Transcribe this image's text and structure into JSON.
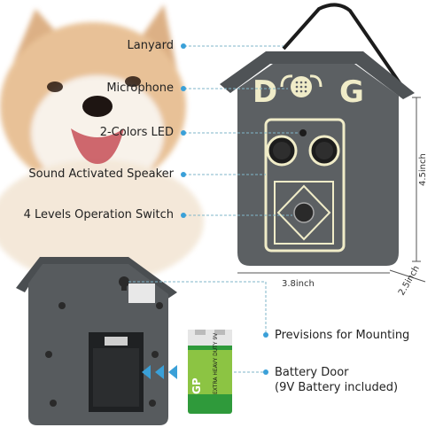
{
  "callouts": {
    "lanyard": "Lanyard",
    "microphone": "Microphone",
    "led": "2-Colors LED",
    "speaker": "Sound Activated Speaker",
    "switch": "4 Levels Operation Switch",
    "mounting": "Previsions for Mounting",
    "battery_door_line1": "Battery Door",
    "battery_door_line2": "(9V Battery included)"
  },
  "dimensions": {
    "height": "4.5inch",
    "depth": "2.5inch",
    "width": "3.8inch"
  },
  "device_text": {
    "logo_left": "D",
    "logo_right": "G",
    "battery_brand": "GP",
    "battery_band": "EXTRA HEAVY DUTY 9V"
  },
  "colors": {
    "device_body": "#5c6063",
    "device_trim": "#f0ecc8",
    "callout_dot": "#3aa0d8",
    "battery_green": "#2f9a3b"
  }
}
